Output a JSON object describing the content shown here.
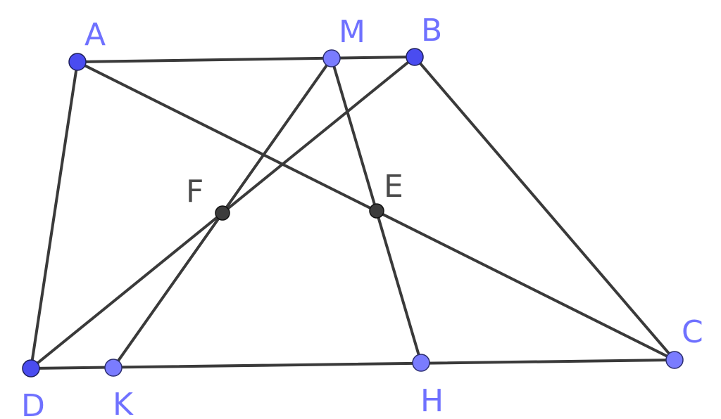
{
  "points": {
    "A": {
      "label": "A"
    },
    "M": {
      "label": "M"
    },
    "B": {
      "label": "B"
    },
    "F": {
      "label": "F"
    },
    "E": {
      "label": "E"
    },
    "C": {
      "label": "C"
    },
    "D": {
      "label": "D"
    },
    "K": {
      "label": "K"
    },
    "H": {
      "label": "H"
    }
  },
  "segments": [
    [
      "A",
      "B"
    ],
    [
      "B",
      "C"
    ],
    [
      "C",
      "D"
    ],
    [
      "D",
      "A"
    ],
    [
      "A",
      "C"
    ],
    [
      "D",
      "B"
    ],
    [
      "M",
      "K"
    ],
    [
      "M",
      "H"
    ]
  ],
  "colors": {
    "line": "#3a3a3a",
    "main_point": "#4a4cf0",
    "free_point": "#7a7cff",
    "derived_point": "#3c3c3c",
    "blue_label": "#6f71ff",
    "dark_label": "#4a4a4a"
  }
}
